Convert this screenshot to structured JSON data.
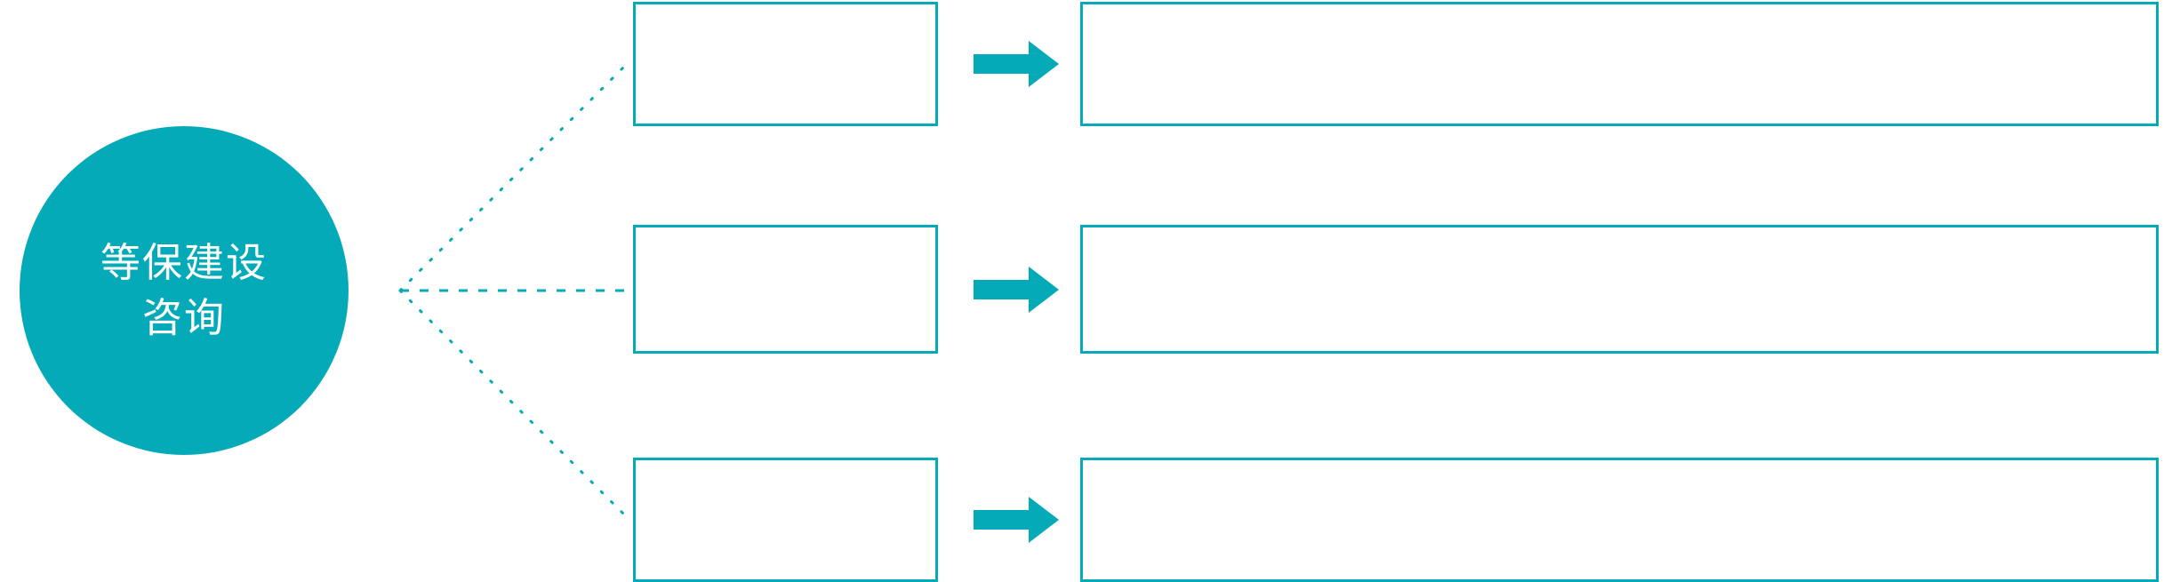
{
  "theme": {
    "accent": "#05AAB9",
    "background": "#FFFFFF",
    "hub_text_color": "#FFFFFF",
    "box_border_color": "#05AAB9"
  },
  "hub": {
    "name": "等保建设咨询",
    "lines": [
      "等保建设",
      "咨询"
    ]
  },
  "connector": {
    "style": "dotted",
    "color": "#05AAB9",
    "origin_label": "等保建设咨询"
  },
  "rows": [
    {
      "id": "row-1",
      "small_box": {
        "label": ""
      },
      "arrow": {
        "icon": "right-arrow-icon",
        "label": ""
      },
      "big_box": {
        "label": ""
      }
    },
    {
      "id": "row-2",
      "small_box": {
        "label": ""
      },
      "arrow": {
        "icon": "right-arrow-icon",
        "label": ""
      },
      "big_box": {
        "label": ""
      }
    },
    {
      "id": "row-3",
      "small_box": {
        "label": ""
      },
      "arrow": {
        "icon": "right-arrow-icon",
        "label": ""
      },
      "big_box": {
        "label": ""
      }
    }
  ]
}
